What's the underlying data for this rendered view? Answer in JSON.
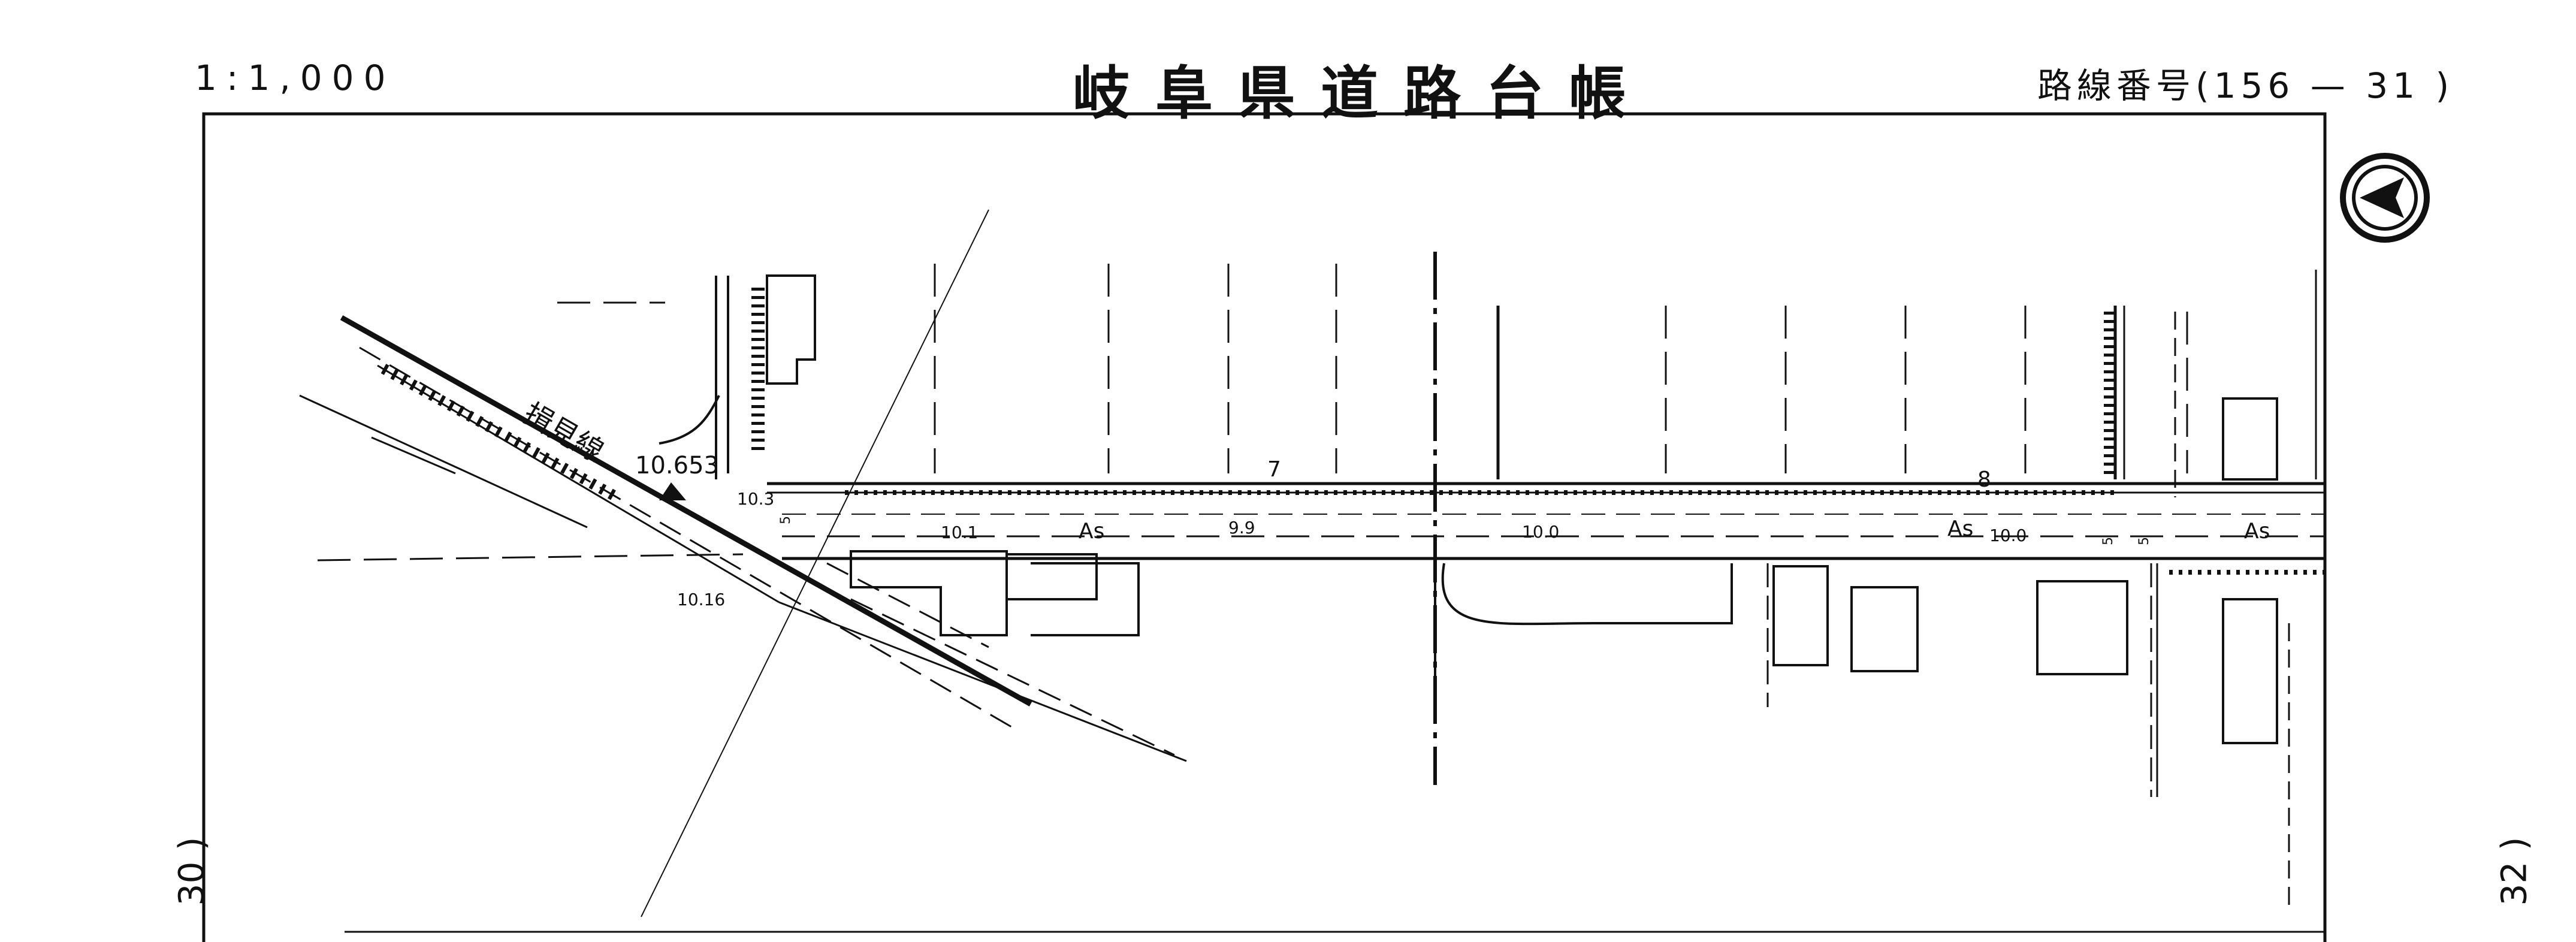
{
  "header": {
    "scale": "1:1,000",
    "title": "岐阜県道路台帳",
    "route_label": "路線番号(156 — 31 )"
  },
  "margins": {
    "prev_sheet": "30 )",
    "next_sheet": "32 )"
  },
  "map": {
    "road_name": "揖見線",
    "benchmark": "10.653",
    "elevations": [
      "10.3",
      "10.16",
      "10.1",
      "9.9",
      "10.0",
      "10.0"
    ],
    "surface": [
      "As",
      "As",
      "As"
    ],
    "lot_numbers": [
      "7",
      "8"
    ],
    "widths": [
      "5",
      "5",
      "5"
    ],
    "north_symbol": "north-arrow-icon"
  }
}
